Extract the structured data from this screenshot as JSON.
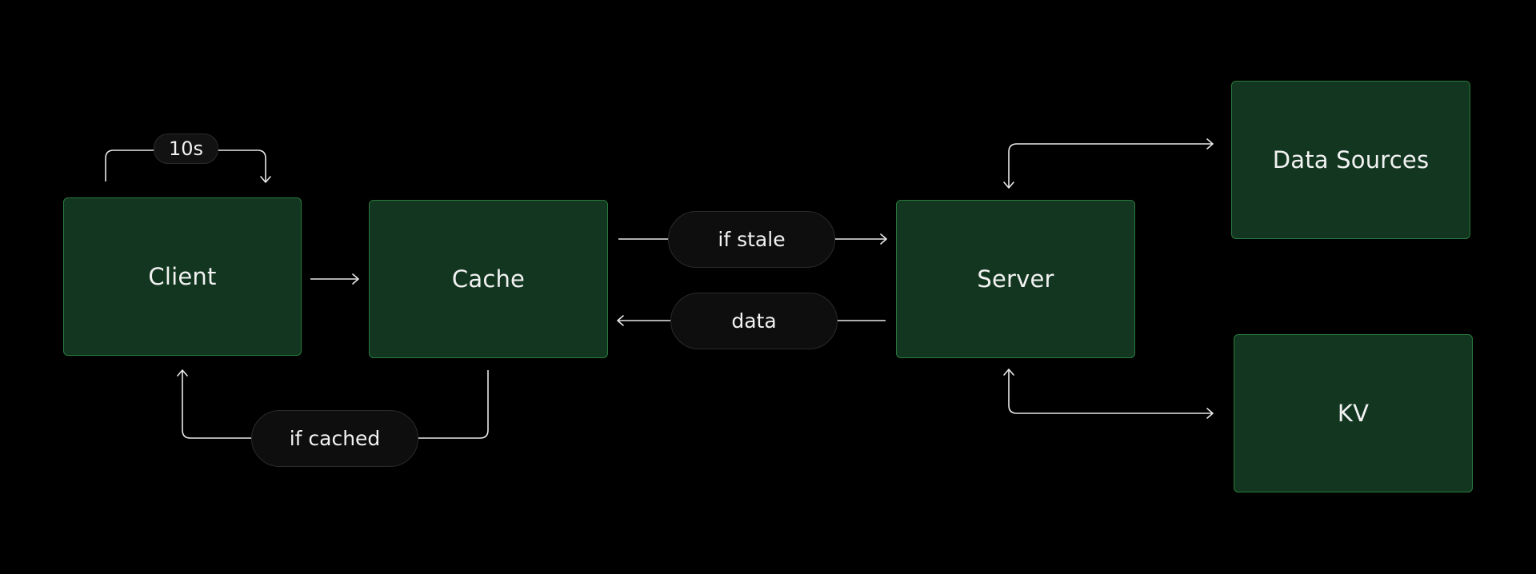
{
  "nodes": {
    "client": "Client",
    "cache": "Cache",
    "server": "Server",
    "data_sources": "Data Sources",
    "kv": "KV"
  },
  "edges": {
    "refresh_interval": "10s",
    "if_stale": "if stale",
    "data": "data",
    "if_cached": "if cached"
  },
  "colors": {
    "background": "#000000",
    "node_fill": "#12361f",
    "node_border": "#2a7a3d",
    "pill_fill": "#0e0e0e",
    "line": "#e8e8e8",
    "text": "#f2f2f2"
  }
}
